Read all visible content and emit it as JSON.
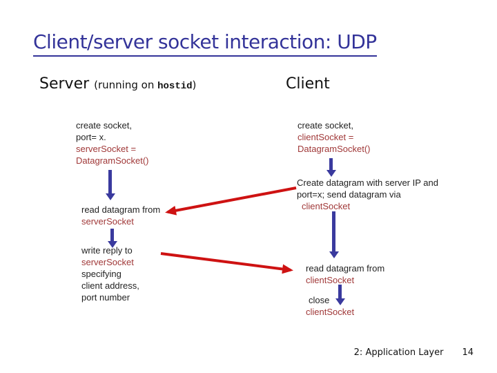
{
  "slide": {
    "title": "Client/server socket interaction: UDP",
    "colors": {
      "title": "#333399",
      "ink": "#1f1f1f",
      "code_red": "#A03838",
      "arrow_red": "#CE1212",
      "arrow_blue": "#3A3A9E"
    },
    "server": {
      "heading": "Server ",
      "note_open": "(running on ",
      "host": "hostid",
      "note_close": ")",
      "steps": [
        {
          "name": "create-socket",
          "lines": [
            {
              "t": "create socket,",
              "c": "plain"
            },
            {
              "t": "port= x.",
              "c": "plain"
            },
            {
              "t": "serverSocket =",
              "c": "code"
            },
            {
              "t": "DatagramSocket()",
              "c": "code"
            }
          ]
        },
        {
          "name": "read-datagram",
          "lines": [
            {
              "t": "read datagram from",
              "c": "plain"
            },
            {
              "t": "serverSocket",
              "c": "code"
            }
          ]
        },
        {
          "name": "write-reply",
          "lines": [
            {
              "t": "write reply to",
              "c": "plain"
            },
            {
              "t": "serverSocket",
              "c": "code"
            },
            {
              "t": "specifying",
              "c": "plain"
            },
            {
              "t": "client address,",
              "c": "plain"
            },
            {
              "t": "port number",
              "c": "plain"
            }
          ]
        }
      ]
    },
    "client": {
      "heading": "Client",
      "steps": [
        {
          "name": "create-socket",
          "lines": [
            {
              "t": "create socket,",
              "c": "plain"
            },
            {
              "t": "clientSocket =",
              "c": "code"
            },
            {
              "t": "DatagramSocket()",
              "c": "code"
            }
          ]
        },
        {
          "name": "create-send-datagram",
          "lines": [
            {
              "t": "Create datagram with server IP and",
              "c": "plain"
            },
            {
              "t": "port=x; send datagram via",
              "c": "plain"
            },
            {
              "t": "clientSocket",
              "c": "code",
              "ind": 7
            }
          ]
        },
        {
          "name": "read-datagram",
          "lines": [
            {
              "t": "read datagram from",
              "c": "plain"
            },
            {
              "t": "clientSocket",
              "c": "code"
            }
          ]
        },
        {
          "name": "close-socket",
          "lines": [
            {
              "t": "close",
              "c": "plain",
              "ind": 4
            },
            {
              "t": "clientSocket",
              "c": "code"
            }
          ]
        }
      ]
    },
    "footer": {
      "section": "2: Application Layer",
      "page": "14"
    }
  }
}
